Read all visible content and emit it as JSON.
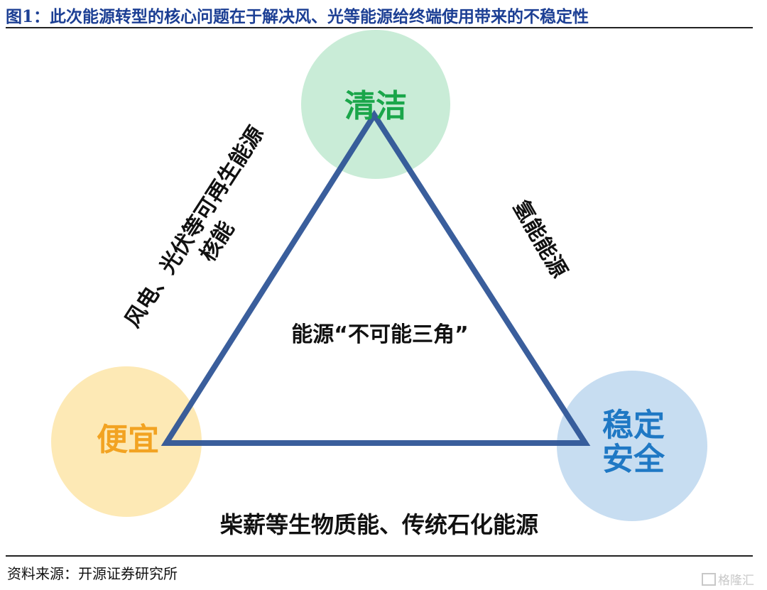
{
  "title": "图1：此次能源转型的核心问题在于解决风、光等能源给终端使用带来的不稳定性",
  "diagram": {
    "center_label": "能源“不可能三角”",
    "nodes": {
      "clean": {
        "label": "清洁",
        "color": "#1aa64a",
        "fill": "#c9ecd7"
      },
      "cheap": {
        "label": "便宜",
        "color": "#f2a322",
        "fill": "#fde9b5"
      },
      "stable": {
        "line1": "稳定",
        "line2": "安全",
        "color": "#1f78c4",
        "fill": "#c7ddf1"
      }
    },
    "edges": {
      "left_line1": "风电、光伏等可再生能源",
      "left_line2": "核能",
      "right": "氢能能源",
      "bottom": "柴薪等生物质能、传统石化能源"
    },
    "triangle_color": "#2f5597"
  },
  "source": "资料来源：开源证券研究所",
  "watermark": "格隆汇"
}
